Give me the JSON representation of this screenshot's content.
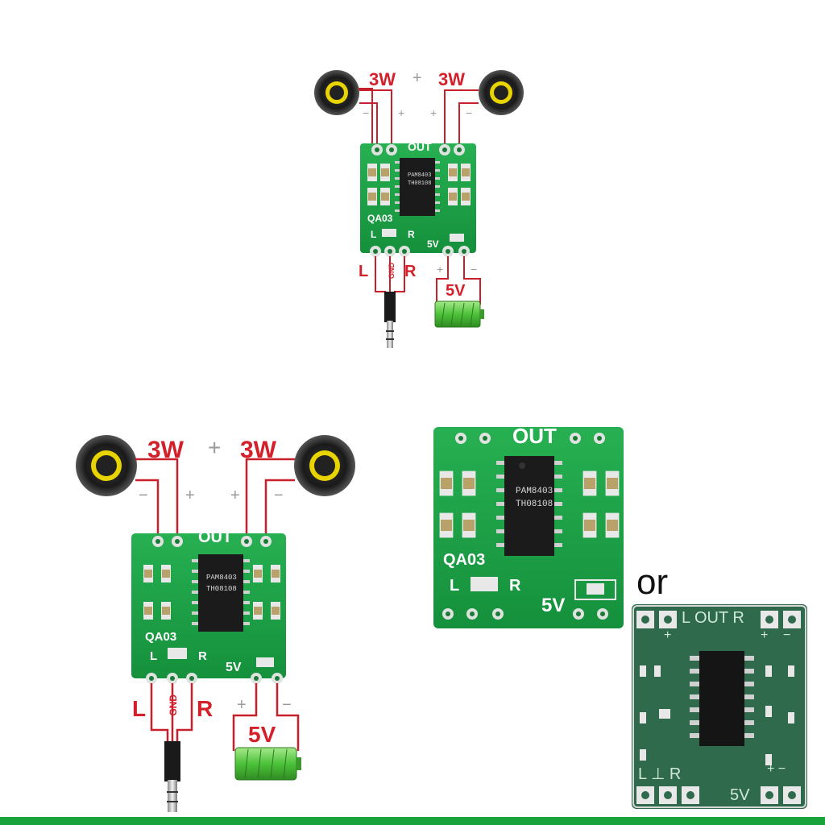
{
  "diagram_small": {
    "power_left": "3W",
    "plus_mid": "+",
    "power_right": "3W",
    "minus_a": "−",
    "plus_a": "+",
    "plus_b": "+",
    "minus_b": "−",
    "out": "OUT",
    "model": "QA03",
    "l_pad": "L",
    "r_pad": "R",
    "v_pad": "5V",
    "in_l": "L",
    "gnd": "GND",
    "in_r": "R",
    "bat_plus": "+",
    "bat_minus": "−",
    "battery": "5V",
    "chip1": "PAM8403",
    "chip2": "TH08108"
  },
  "diagram_large": {
    "power_left": "3W",
    "plus_mid": "+",
    "power_right": "3W",
    "minus_a": "−",
    "plus_a": "+",
    "plus_b": "+",
    "minus_b": "−",
    "out": "OUT",
    "model": "QA03",
    "l_pad": "L",
    "r_pad": "R",
    "v_pad": "5V",
    "in_l": "L",
    "gnd": "GND",
    "in_r": "R",
    "bat_plus": "+",
    "bat_minus": "−",
    "battery": "5V",
    "chip1": "PAM8403",
    "chip2": "TH08108"
  },
  "board_photo": {
    "out": "OUT",
    "model": "QA03",
    "l_pad": "L",
    "r_pad": "R",
    "v_pad": "5V",
    "chip1": "PAM8403",
    "chip2": "TH08108"
  },
  "separator": "or",
  "board_alt": {
    "header": "L  OUT  R",
    "bottom_left": "L  ⊥  R",
    "bottom_right": "5V",
    "plus_left": "+",
    "plus_right": "+",
    "minus_right": "−",
    "bat_pm": "+ −"
  },
  "colors": {
    "wire": "#c8202a",
    "pcb": "#1fa24a",
    "pcb_alt": "#2f6a4c",
    "battery": "#4cc23a",
    "bottom_bar": "#1aa33a"
  }
}
